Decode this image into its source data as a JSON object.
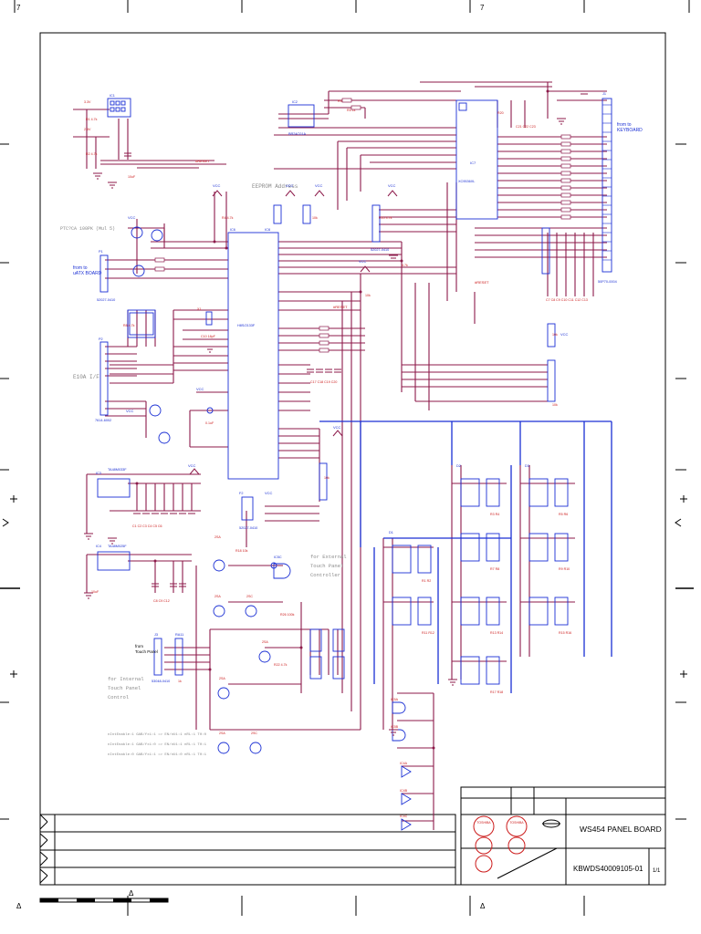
{
  "sheet": {
    "top_marks": [
      "7",
      "7"
    ],
    "bottom_marks": [
      "Δ",
      "Δ",
      "Δ"
    ]
  },
  "title_block": {
    "board_title": "WS454 PANEL BOARD",
    "drawing_number": "KBWDS40009105-01",
    "sheet_fraction": "1/1",
    "stamp_text": [
      "TOSHIBA",
      "TOSHIBA"
    ]
  },
  "labels": {
    "from_keyboard": "from to\nKEYBOARD",
    "from_main_board": "from to\nuATX BOARD",
    "eeprom_address": "EEPROM Address",
    "e10a_if": "E10A I/F",
    "for_external_touch": "for External\nTouch Panel\nController",
    "for_internal_touch": "for Internal\nTouch Panel\nControl",
    "from_touch_panel": "from\nTouch Panel",
    "vcc": "VCC",
    "reset": "#RESET",
    "touch_note_1": "nIntEnable:1 GAB/fx1:1 => EN/nU1:1 nRL:1 T0:0",
    "touch_note_2": "nIntEnable:1 GAB/fx1:0 => EN/nU1:1 nRL:1 T0:1",
    "touch_note_3": "nIntEnable:0 GAB/fx1:1 => EN/nU1:0 nRL:1 T0:1",
    "cpu_ref": "IC6",
    "cpu_part": "H8S/2133F",
    "fpga_ref": "IC7",
    "fpga_part": "XC9536XL",
    "reg1_part": "TA48M033F",
    "reg2_part": "TA48M025F"
  },
  "colors": {
    "wire": "#8c1a4a",
    "part": "#1a2fd4",
    "value": "#cc1b1b",
    "note": "#8a8a8a",
    "border": "#000000"
  }
}
